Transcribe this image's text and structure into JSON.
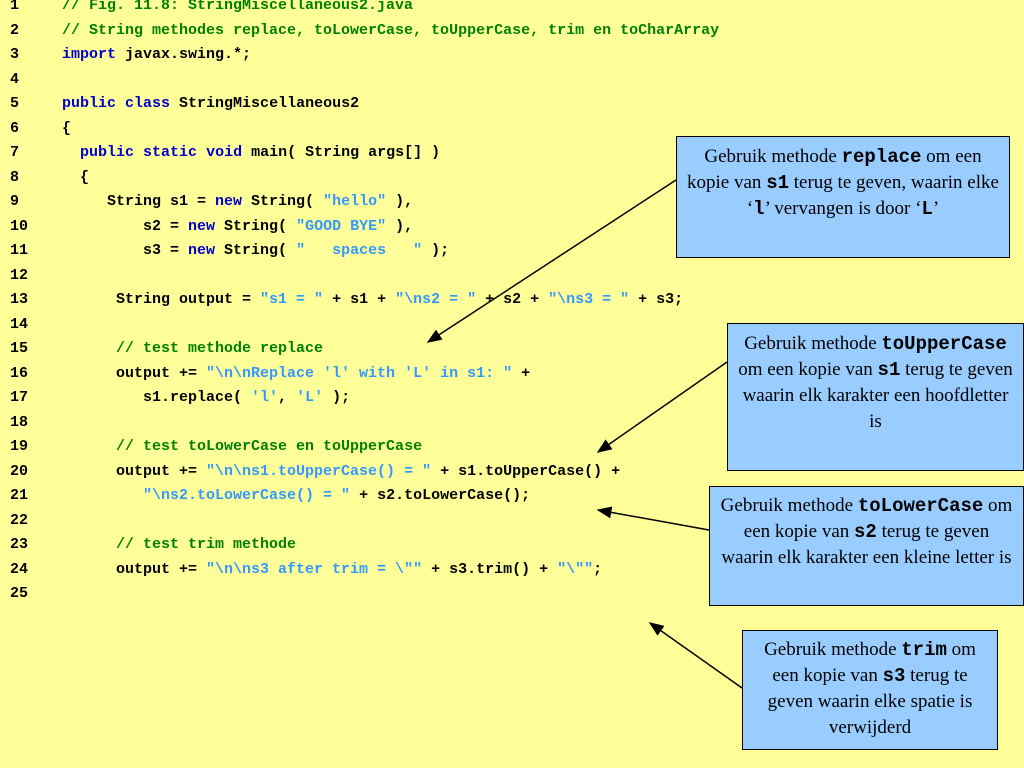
{
  "code_lines": [
    {
      "num": "1",
      "parts": [
        {
          "t": "// Fig. 11.8: StringMiscellaneous2.java",
          "c": "cm"
        }
      ]
    },
    {
      "num": "2",
      "parts": [
        {
          "t": "// String methodes replace, toLowerCase, toUpperCase, trim en toCharArray",
          "c": "cm"
        }
      ]
    },
    {
      "num": "3",
      "parts": [
        {
          "t": "import",
          "c": "kw"
        },
        {
          "t": " javax.swing.*;",
          "c": ""
        }
      ]
    },
    {
      "num": "4",
      "parts": []
    },
    {
      "num": "5",
      "parts": [
        {
          "t": "public",
          "c": "kw"
        },
        {
          "t": " ",
          "c": ""
        },
        {
          "t": "class",
          "c": "kw"
        },
        {
          "t": " StringMiscellaneous2",
          "c": ""
        }
      ]
    },
    {
      "num": "6",
      "parts": [
        {
          "t": "{",
          "c": ""
        }
      ]
    },
    {
      "num": "7",
      "parts": [
        {
          "t": "  ",
          "c": ""
        },
        {
          "t": "public",
          "c": "kw"
        },
        {
          "t": " ",
          "c": ""
        },
        {
          "t": "static",
          "c": "kw"
        },
        {
          "t": " ",
          "c": ""
        },
        {
          "t": "void",
          "c": "kw"
        },
        {
          "t": " main( String args[] )",
          "c": ""
        }
      ]
    },
    {
      "num": "8",
      "parts": [
        {
          "t": "  {",
          "c": ""
        }
      ]
    },
    {
      "num": "9",
      "parts": [
        {
          "t": "     String s1 = ",
          "c": ""
        },
        {
          "t": "new",
          "c": "kw"
        },
        {
          "t": " String( ",
          "c": ""
        },
        {
          "t": "\"hello\"",
          "c": "str"
        },
        {
          "t": " ),",
          "c": ""
        }
      ]
    },
    {
      "num": "10",
      "parts": [
        {
          "t": "         s2 = ",
          "c": ""
        },
        {
          "t": "new",
          "c": "kw"
        },
        {
          "t": " String( ",
          "c": ""
        },
        {
          "t": "\"GOOD BYE\"",
          "c": "str"
        },
        {
          "t": " ),",
          "c": ""
        }
      ]
    },
    {
      "num": "11",
      "parts": [
        {
          "t": "         s3 = ",
          "c": ""
        },
        {
          "t": "new",
          "c": "kw"
        },
        {
          "t": " String( ",
          "c": ""
        },
        {
          "t": "\"   spaces   \"",
          "c": "str"
        },
        {
          "t": " );",
          "c": ""
        }
      ]
    },
    {
      "num": "12",
      "parts": []
    },
    {
      "num": "13",
      "parts": [
        {
          "t": "      String output = ",
          "c": ""
        },
        {
          "t": "\"s1 = \"",
          "c": "str"
        },
        {
          "t": " + s1 + ",
          "c": ""
        },
        {
          "t": "\"\\ns2 = \"",
          "c": "str"
        },
        {
          "t": " + s2 + ",
          "c": ""
        },
        {
          "t": "\"\\ns3 = \"",
          "c": "str"
        },
        {
          "t": " + s3;",
          "c": ""
        }
      ]
    },
    {
      "num": "14",
      "parts": []
    },
    {
      "num": "15",
      "parts": [
        {
          "t": "      ",
          "c": ""
        },
        {
          "t": "// test methode replace",
          "c": "cm"
        }
      ]
    },
    {
      "num": "16",
      "parts": [
        {
          "t": "      output += ",
          "c": ""
        },
        {
          "t": "\"\\n\\nReplace 'l' with 'L' in s1: \"",
          "c": "str"
        },
        {
          "t": " +",
          "c": ""
        }
      ]
    },
    {
      "num": "17",
      "parts": [
        {
          "t": "         s1.replace( ",
          "c": ""
        },
        {
          "t": "'l'",
          "c": "str"
        },
        {
          "t": ", ",
          "c": ""
        },
        {
          "t": "'L'",
          "c": "str"
        },
        {
          "t": " );",
          "c": ""
        }
      ]
    },
    {
      "num": "18",
      "parts": []
    },
    {
      "num": "19",
      "parts": [
        {
          "t": "      ",
          "c": ""
        },
        {
          "t": "// test toLowerCase en toUpperCase",
          "c": "cm"
        }
      ]
    },
    {
      "num": "20",
      "parts": [
        {
          "t": "      output += ",
          "c": ""
        },
        {
          "t": "\"\\n\\ns1.toUpperCase() = \"",
          "c": "str"
        },
        {
          "t": " + s1.toUpperCase() +",
          "c": ""
        }
      ]
    },
    {
      "num": "21",
      "parts": [
        {
          "t": "         ",
          "c": ""
        },
        {
          "t": "\"\\ns2.toLowerCase() = \"",
          "c": "str"
        },
        {
          "t": " + s2.toLowerCase();",
          "c": ""
        }
      ]
    },
    {
      "num": "22",
      "parts": []
    },
    {
      "num": "23",
      "parts": [
        {
          "t": "      ",
          "c": ""
        },
        {
          "t": "// test trim methode",
          "c": "cm"
        }
      ]
    },
    {
      "num": "24",
      "parts": [
        {
          "t": "      output += ",
          "c": ""
        },
        {
          "t": "\"\\n\\ns3 after trim = \\\"\"",
          "c": "str"
        },
        {
          "t": " + s3.trim() + ",
          "c": ""
        },
        {
          "t": "\"\\\"\"",
          "c": "str"
        },
        {
          "t": ";",
          "c": ""
        }
      ]
    },
    {
      "num": "25",
      "parts": []
    }
  ],
  "callouts": {
    "replace": {
      "t1": "Gebruik methode ",
      "m1": "replace",
      "t2": " om een kopie van ",
      "m2": "s1",
      "t3": " terug te geven, waarin elke ‘",
      "m3": "l",
      "t4": "’ vervangen is door ‘",
      "m4": "L",
      "t5": "’"
    },
    "upper": {
      "t1": "Gebruik methode ",
      "m1": "toUpperCase",
      "t2": " om een kopie van ",
      "m2": "s1",
      "t3": " terug te geven waarin elk karakter een hoofdletter is"
    },
    "lower": {
      "t1": "Gebruik methode ",
      "m1": "toLowerCase",
      "t2": " om een kopie van ",
      "m2": "s2",
      "t3": " terug te geven waarin elk karakter een kleine letter is"
    },
    "trim": {
      "t1": "Gebruik methode ",
      "m1": "trim",
      "t2": " om een kopie van  ",
      "m2": "s3",
      "t3": " terug te geven waarin elke spatie  is verwijderd"
    }
  },
  "colors": {
    "background": "#ffff99",
    "keyword": "#0000cc",
    "comment": "#008000",
    "string": "#3399ff",
    "callout": "#99ccff"
  }
}
